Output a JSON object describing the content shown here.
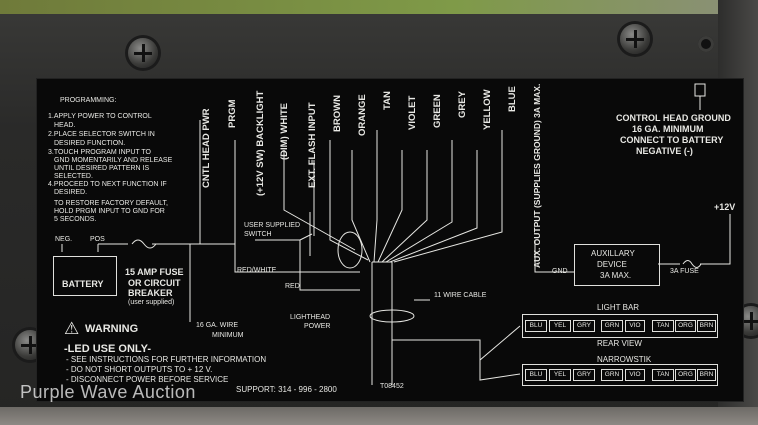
{
  "programming": {
    "title": "PROGRAMMING:",
    "steps": [
      "1.APPLY POWER TO CONTROL",
      "HEAD.",
      "2.PLACE SELECTOR SWITCH IN",
      "DESIRED FUNCTION.",
      "3.TOUCH PROGRAM INPUT TO",
      "GND MOMENTARILY AND RELEASE",
      "UNTIL DESIRED PATTERN IS",
      "SELECTED.",
      "4.PROCEED TO NEXT FUNCTION IF",
      "DESIRED."
    ],
    "restore": [
      "TO RESTORE FACTORY DEFAULT,",
      "HOLD PRGM INPUT TO GND FOR",
      "5 SECONDS."
    ]
  },
  "wire_labels": [
    "CNTL HEAD PWR",
    "PRGM",
    "(+12V SW) BACKLIGHT",
    "(DIM) WHITE",
    "EXT. FLASH INPUT",
    "BROWN",
    "ORANGE",
    "TAN",
    "VIOLET",
    "GREEN",
    "GREY",
    "YELLOW",
    "BLUE",
    "AUX. OUTPUT (SUPPLIES GROUND) 3A MAX."
  ],
  "control_head_ground": [
    "CONTROL HEAD GROUND",
    "16 GA. MINIMUM",
    "CONNECT TO BATTERY",
    "NEGATIVE (-)"
  ],
  "battery": {
    "neg": "NEG.",
    "pos": "POS",
    "label": "BATTERY"
  },
  "fuse": [
    "15 AMP FUSE",
    "OR CIRCUIT",
    "BREAKER",
    "(user supplied)"
  ],
  "wire_gauge": [
    "16 GA. WIRE",
    "MINIMUM"
  ],
  "user_switch": [
    "USER SUPPLIED",
    "SWITCH"
  ],
  "red_white": "RED/WHITE",
  "red": "RED",
  "lighthead_power": [
    "LIGHTHEAD",
    "POWER"
  ],
  "cable": "11 WIRE CABLE",
  "aux_device": [
    "AUXILLARY",
    "DEVICE",
    "3A MAX."
  ],
  "gnd": "GND",
  "plus12v": "+12V",
  "aux_fuse": "3A FUSE",
  "lightbar": {
    "title": "LIGHT BAR",
    "cells": [
      "BLU",
      "YEL",
      "GRY",
      "GRN",
      "VIO",
      "TAN",
      "ORG",
      "BRN"
    ],
    "rear": "REAR VIEW"
  },
  "narrowstik": {
    "title": "NARROWSTIK",
    "cells": [
      "BLU",
      "YEL",
      "GRY",
      "GRN",
      "VIO",
      "TAN",
      "ORG",
      "BRN"
    ]
  },
  "warning": {
    "title": "WARNING",
    "line1": "-LED USE ONLY-",
    "lines": [
      "- SEE INSTRUCTIONS FOR FURTHER INFORMATION",
      "- DO NOT SHORT OUTPUTS TO + 12 V.",
      "- DISCONNECT POWER BEFORE SERVICE"
    ],
    "support": "SUPPORT: 314 - 996 - 2800"
  },
  "part_no": "T08452",
  "watermark": "Purple Wave Auction"
}
